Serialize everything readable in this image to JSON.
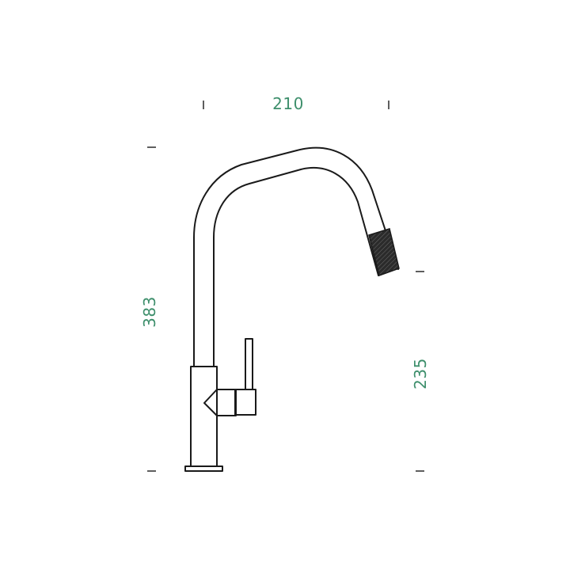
{
  "dimensions": {
    "width": "210",
    "total_height": "383",
    "spout_height": "235"
  },
  "colors": {
    "dimension_text": "#3e8f6c",
    "line": "#1a1a1a",
    "spout_tip": "#2b2b2b"
  }
}
